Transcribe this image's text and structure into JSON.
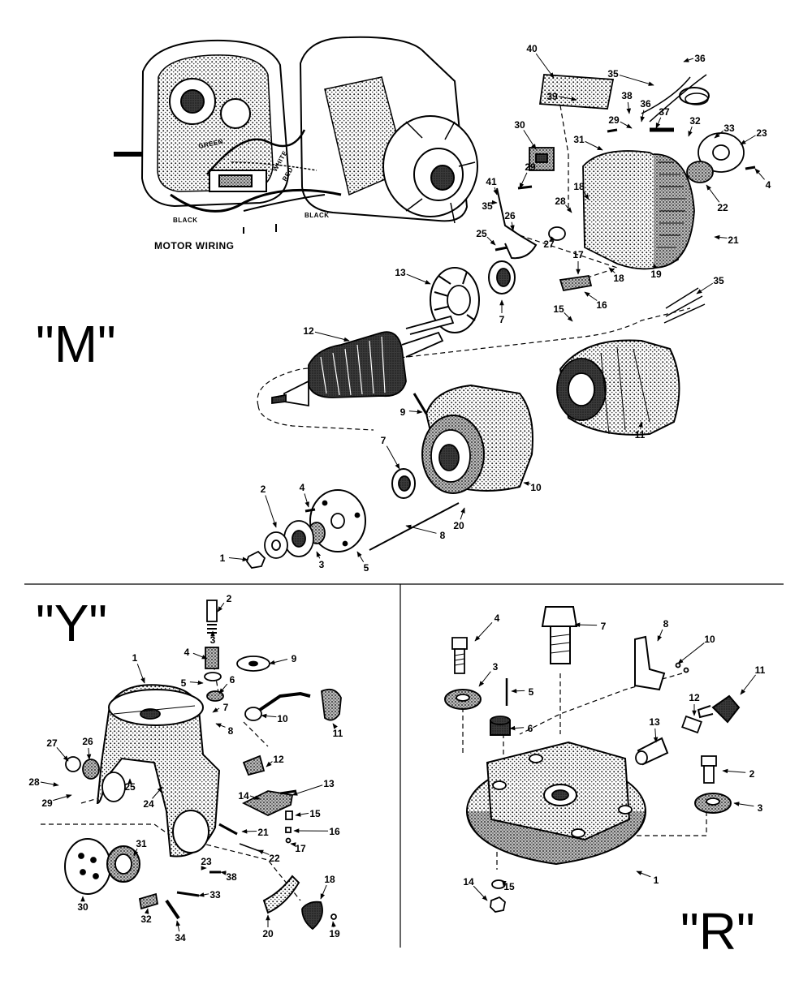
{
  "sections": {
    "m": {
      "letter": "\"M\""
    },
    "y": {
      "letter": "\"Y\""
    },
    "r": {
      "letter": "\"R\""
    }
  },
  "wiring": {
    "caption": "MOTOR WIRING",
    "wire_labels": [
      "GREEN",
      "WHITE",
      "RED",
      "BLACK",
      "BLACK"
    ]
  },
  "m_callouts": [
    "40",
    "36",
    "35",
    "39",
    "38",
    "36",
    "29",
    "37",
    "32",
    "33",
    "23",
    "30",
    "31",
    "4",
    "29",
    "18",
    "28",
    "41",
    "35",
    "26",
    "22",
    "25",
    "27",
    "21",
    "17",
    "13",
    "7",
    "19",
    "18",
    "16",
    "35",
    "15",
    "12",
    "9",
    "11",
    "7",
    "4",
    "10",
    "2",
    "20",
    "8",
    "1",
    "3",
    "5"
  ],
  "y_callouts": [
    "2",
    "3",
    "4",
    "9",
    "5",
    "6",
    "1",
    "7",
    "8",
    "10",
    "11",
    "27",
    "26",
    "12",
    "28",
    "25",
    "24",
    "13",
    "29",
    "14",
    "15",
    "21",
    "16",
    "17",
    "22",
    "23",
    "38",
    "18",
    "30",
    "31",
    "33",
    "32",
    "34",
    "20",
    "19"
  ],
  "r_callouts": [
    "4",
    "7",
    "8",
    "10",
    "3",
    "5",
    "11",
    "12",
    "6",
    "13",
    "2",
    "3",
    "1",
    "14",
    "15"
  ],
  "style": {
    "ink": "#000000",
    "paper": "#ffffff",
    "shade": "#6a6a6a"
  }
}
